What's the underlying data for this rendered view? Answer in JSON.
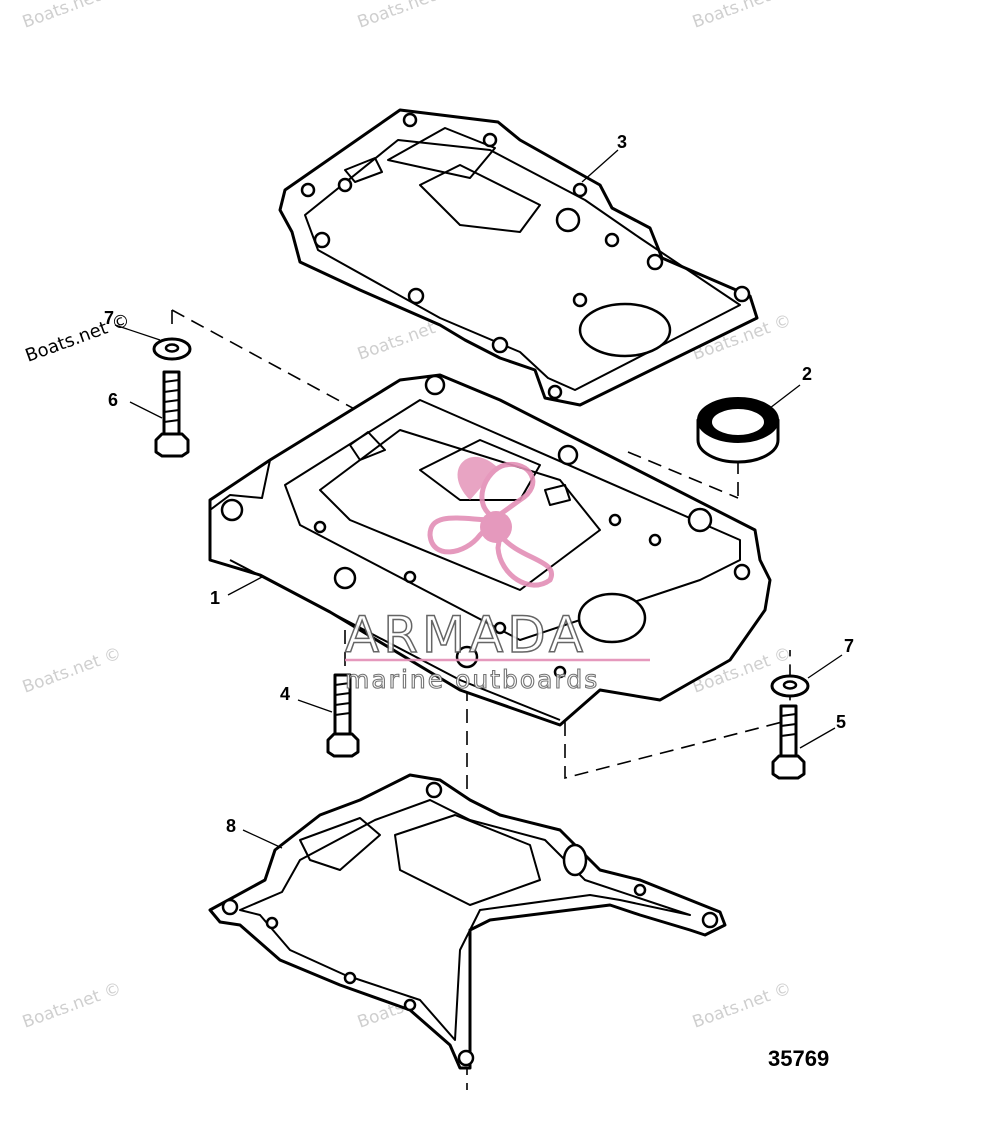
{
  "diagram": {
    "figure_number": "35769",
    "callouts": {
      "c1": "1",
      "c2": "2",
      "c3": "3",
      "c4": "4",
      "c5": "5",
      "c6": "6",
      "c7a": "7",
      "c7b": "7",
      "c8": "8"
    }
  },
  "watermark": {
    "site_text": "Boats.net ©",
    "brand_name": "ARMADA",
    "brand_tagline": "marine outboards",
    "brand_color": "#e38fb6"
  }
}
